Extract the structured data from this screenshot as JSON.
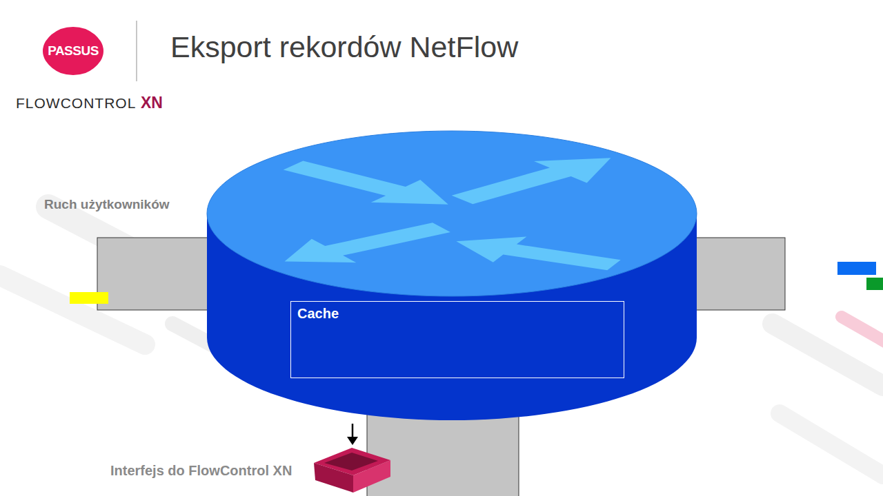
{
  "diagram": {
    "title": "Eksport rekordów NetFlow",
    "nodes": [
      {
        "text": [
          "PASSUS"
        ]
      },
      {
        "text": [
          "Cache"
        ]
      }
    ],
    "labels": [
      "FLOWCONTROL",
      "XN",
      "Ruch użytkowników",
      "Interfejs do FlowControl XN"
    ]
  }
}
